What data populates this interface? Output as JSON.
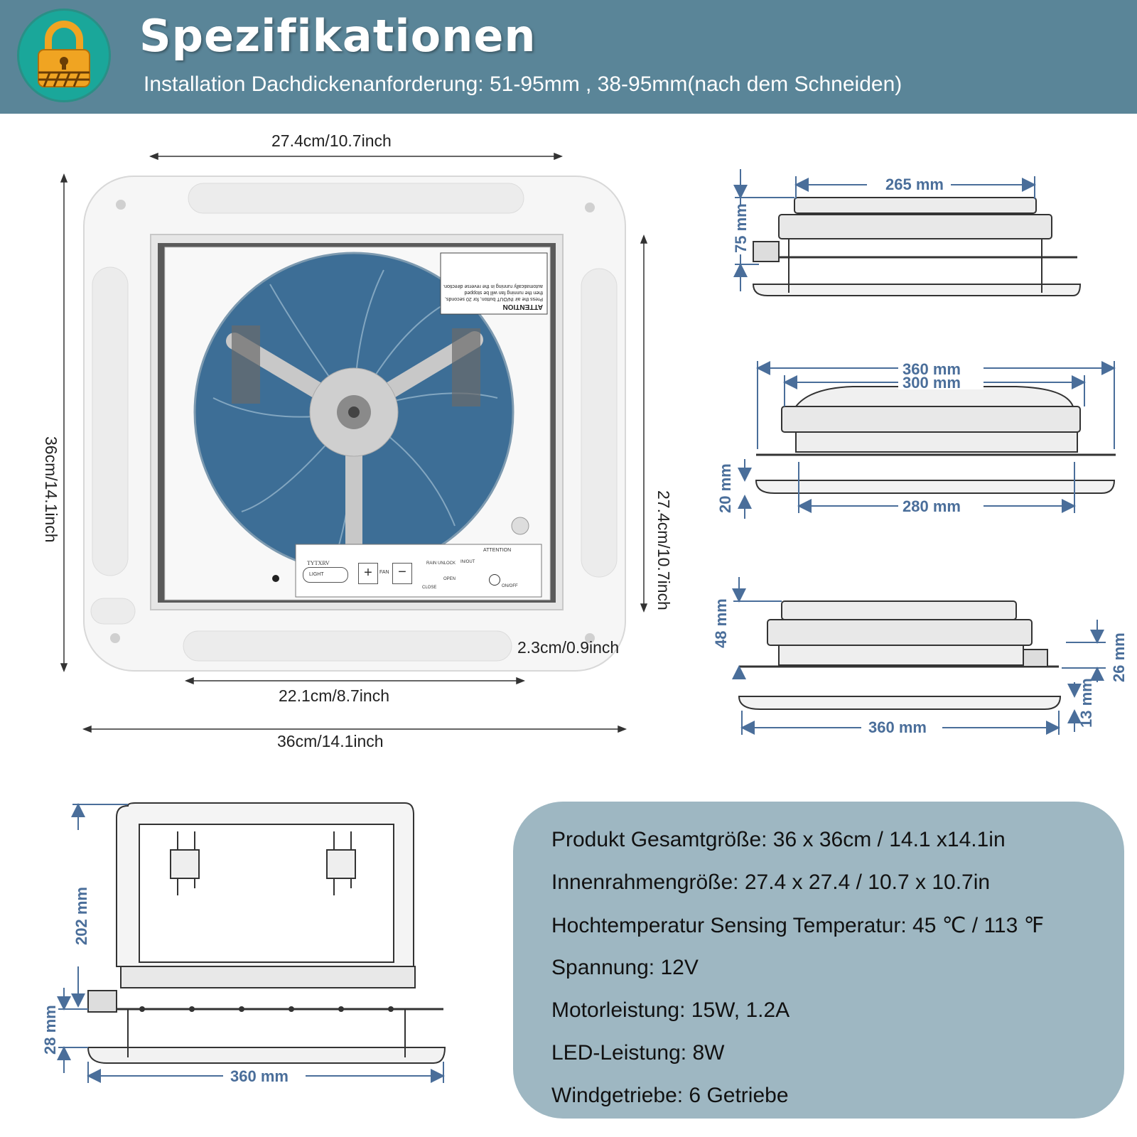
{
  "header": {
    "title": "Spezifikationen",
    "subtitle": "Installation Dachdickenanforderung: 51-95mm , 38-95mm(nach dem Schneiden)",
    "icon": "lock-icon"
  },
  "product_photo": {
    "dims": {
      "top_inner_width": "27.4cm/10.7inch",
      "left_height": "36cm/14.1inch",
      "right_inner_height": "27.4cm/10.7inch",
      "flange_width": "2.3cm/0.9inch",
      "bottom_inner_width": "22.1cm/8.7inch",
      "bottom_total_width": "36cm/14.1inch"
    },
    "sticker_top": {
      "title": "ATTENTION",
      "text": "Press the air IN/OUT button, for 20 seconds, then the running fan will be stopped automatically running in the reverse direction."
    },
    "control_panel": {
      "brand": "TYTXRV",
      "light": "LIGHT",
      "fan": "FAN",
      "rain_unlock": "RAIN UNLOCK",
      "in_out": "IN/OUT",
      "open": "OPEN",
      "close": "CLOSE",
      "on_off": "ON/OFF",
      "attention": "ATTENTION"
    }
  },
  "diagram_top": {
    "width": "265 mm",
    "height": "75 mm"
  },
  "diagram_mid": {
    "outer": "360 mm",
    "frame": "300 mm",
    "inner": "280 mm",
    "height": "20 mm"
  },
  "diagram_bottom": {
    "height": "48 mm",
    "right_height": "26 mm",
    "small_height": "13 mm",
    "width": "360 mm"
  },
  "diagram_open": {
    "height": "202 mm",
    "base_height": "28 mm",
    "width": "360 mm"
  },
  "specs": [
    "Produkt Gesamtgröße: 36 x 36cm / 14.1 x14.1in",
    "Innenrahmengröße: 27.4 x 27.4 / 10.7 x 10.7in",
    "Hochtemperatur Sensing Temperatur: 45 ℃ / 113 ℉",
    "Spannung: 12V",
    "Motorleistung: 15W, 1.2A",
    "LED-Leistung: 8W",
    "Windgetriebe: 6 Getriebe"
  ],
  "colors": {
    "header_bg": "#5a8598",
    "badge": "#1aa79a",
    "lock": "#f0a422",
    "dim_blue": "#4a6e9a",
    "spec_box": "#9eb7c2"
  }
}
